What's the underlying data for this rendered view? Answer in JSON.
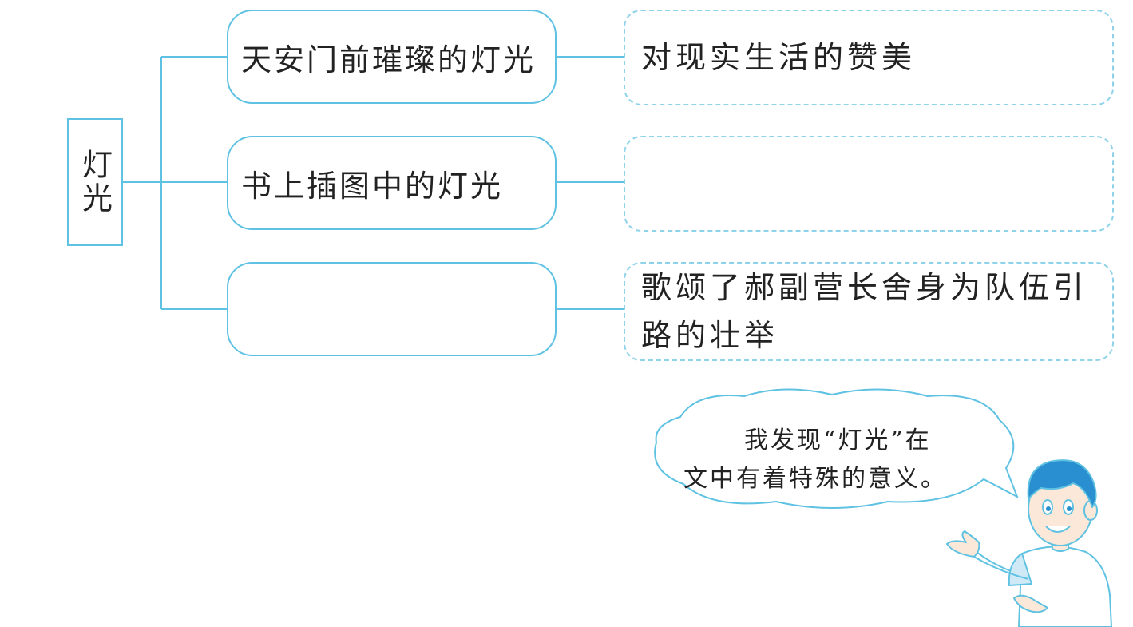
{
  "diagram": {
    "root": {
      "label": "灯光"
    },
    "branches": [
      {
        "node": "天安门前璀璨的灯光",
        "answer": "对现实生活的赞美"
      },
      {
        "node": "书上插图中的灯光",
        "answer": ""
      },
      {
        "node": "",
        "answer": "歌颂了郝副营长舍身为队伍引路的壮举"
      }
    ]
  },
  "speech_bubble": {
    "line1": "我发现“灯光”在",
    "line2": "文中有着特殊的意义。"
  },
  "colors": {
    "line": "#5fc2e2",
    "dashed_border": "#8fd3ea",
    "boy_hair": "#2a8fd0",
    "boy_skin": "#fbe8d8"
  }
}
